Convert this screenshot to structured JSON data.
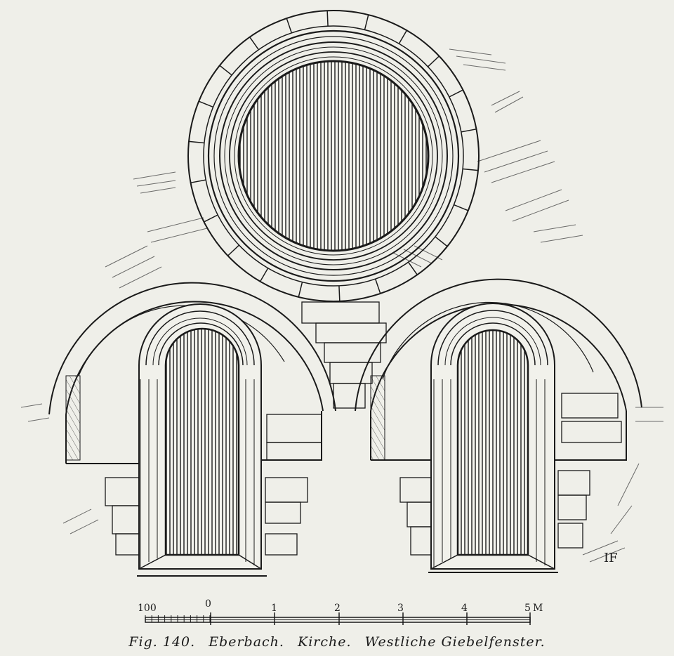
{
  "figure": {
    "fig_label": "Fig. 140.",
    "place": "Eberbach.",
    "building": "Kirche.",
    "description": "Westliche Giebelfenster."
  },
  "scale_bar": {
    "labels": [
      "100",
      "0",
      "1",
      "2",
      "3",
      "4",
      "5"
    ],
    "unit": "M"
  },
  "monogram": "IF",
  "colors": {
    "paper": "#efefe9",
    "ink": "#1a1a1a"
  }
}
